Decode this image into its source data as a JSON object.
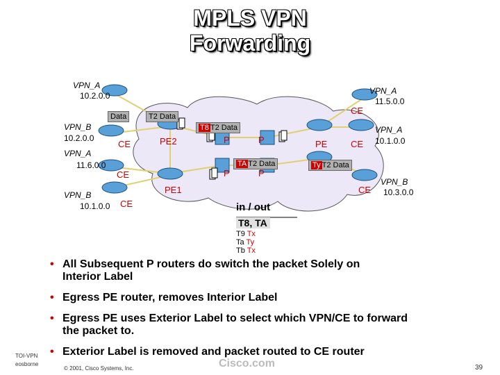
{
  "title": {
    "line1": "MPLS VPN",
    "line2": "Forwarding"
  },
  "sites": {
    "vpn_a_tl": "VPN_A",
    "net_tl": "10.2.0.0",
    "vpn_b_l": "VPN_B",
    "net_bl": "10.2.0.0",
    "vpn_a_ml": "VPN_A",
    "net_ml": "11.6.0.0",
    "vpn_b_bl": "VPN_B",
    "net_bbl": "10.1.0.0",
    "vpn_a_tr": "VPN_A",
    "net_tr": "11.5.0.0",
    "vpn_a_mr": "VPN_A",
    "net_mr": "10.1.0.0",
    "vpn_b_r": "VPN_B",
    "net_r": "10.3.0.0"
  },
  "routers": {
    "ce1": "CE",
    "ce2": "CE",
    "ce3": "CE",
    "ce_tr": "CE",
    "ce_mr": "CE",
    "ce_r": "CE",
    "pe2": "PE2",
    "pe1": "PE1",
    "pe": "PE",
    "p1": "P",
    "p2": "P",
    "p3": "P",
    "p4": "P"
  },
  "packets": {
    "data": "Data",
    "t2data": "T2 Data",
    "t8": "T8",
    "t8_data": "T2 Data",
    "ta": "TA",
    "ta_data": "T2 Data",
    "ty": "Ty",
    "ty_data": "T2 Data"
  },
  "table": {
    "header": "in / out",
    "rows": [
      {
        "in": "T8",
        "out": "TA"
      },
      {
        "in": "T9",
        "out": "Tx"
      },
      {
        "in": "Ta",
        "out": "Ty"
      },
      {
        "in": "Tb",
        "out": "Tx"
      }
    ]
  },
  "bullets": [
    "All Subsequent P routers do switch the packet Solely on Interior Label",
    "Egress PE router, removes Interior Label",
    "Egress PE uses Exterior Label to select which VPN/CE to forward the packet to.",
    "Exterior Label is removed and packet routed to CE router"
  ],
  "footer": {
    "left1": "TOI-VPN",
    "left2": "eosborne",
    "copyright": "© 2001, Cisco Systems, Inc.",
    "brand": "Cisco.com",
    "page": "39"
  },
  "colors": {
    "accent": "#cc0000",
    "cloud": "#ece8f8",
    "router": "#5aa0d8"
  }
}
